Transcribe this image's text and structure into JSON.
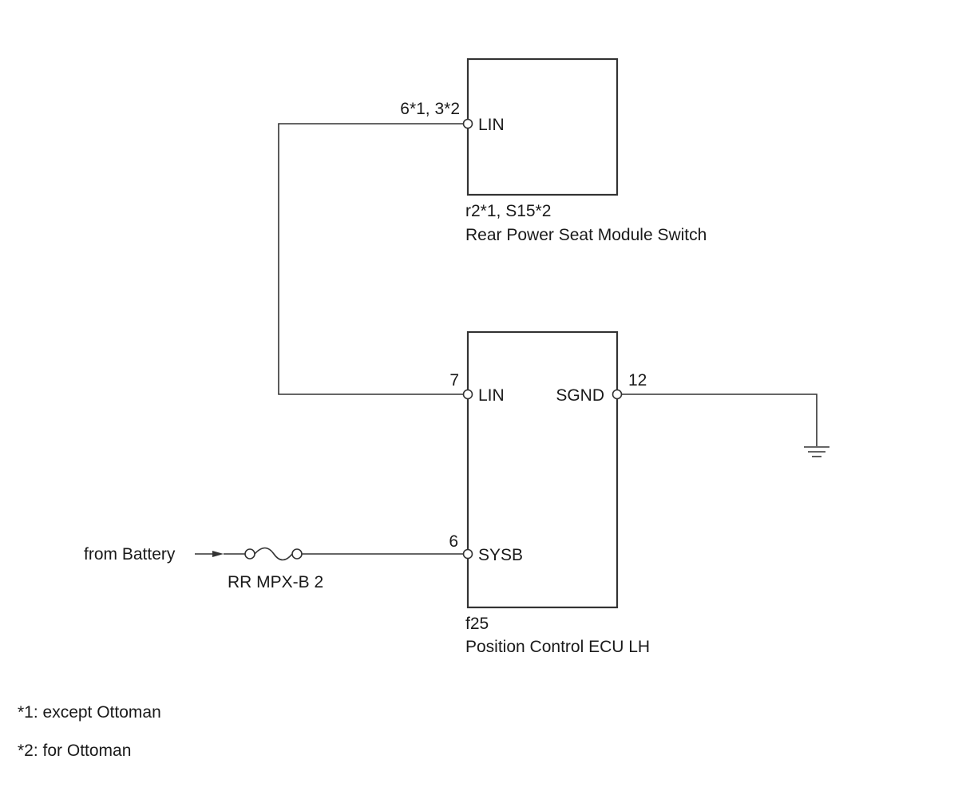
{
  "upper_component": {
    "connector": "r2*1, S15*2",
    "name": "Rear Power Seat Module Switch",
    "pin_lin": {
      "number": "6*1, 3*2",
      "name": "LIN"
    }
  },
  "lower_component": {
    "connector": "f25",
    "name": "Position Control ECU LH",
    "pin_lin": {
      "number": "7",
      "name": "LIN"
    },
    "pin_sgnd": {
      "number": "12",
      "name": "SGND"
    },
    "pin_sysb": {
      "number": "6",
      "name": "SYSB"
    }
  },
  "battery": {
    "source": "from Battery",
    "fuse": "RR MPX-B 2"
  },
  "footnotes": [
    "*1: except Ottoman",
    "*2: for Ottoman"
  ],
  "colors": {
    "line": "#333333",
    "text": "#1a1a1a",
    "background": "#ffffff"
  }
}
